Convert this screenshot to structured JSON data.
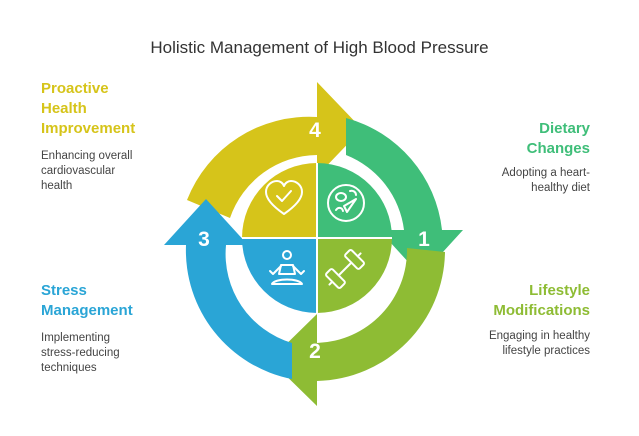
{
  "title": "Holistic Management of High Blood Pressure",
  "colors": {
    "yellow": "#d6c41a",
    "teal": "#3fbe79",
    "green": "#8ebc34",
    "blue": "#2aa5d6"
  },
  "steps": [
    {
      "number": "1",
      "heading": [
        "Dietary",
        "Changes"
      ],
      "description": [
        "Adopting a heart-",
        "healthy diet"
      ],
      "icon": "salad-bowl-icon"
    },
    {
      "number": "2",
      "heading": [
        "Lifestyle",
        "Modifications"
      ],
      "description": [
        "Engaging in healthy",
        "lifestyle practices"
      ],
      "icon": "dumbbell-icon"
    },
    {
      "number": "3",
      "heading": [
        "Stress",
        "Management"
      ],
      "description": [
        "Implementing",
        "stress-reducing",
        "techniques"
      ],
      "icon": "meditation-icon"
    },
    {
      "number": "4",
      "heading": [
        "Proactive",
        "Health",
        "Improvement"
      ],
      "description": [
        "Enhancing overall",
        "cardiovascular",
        "health"
      ],
      "icon": "heart-check-icon"
    }
  ]
}
